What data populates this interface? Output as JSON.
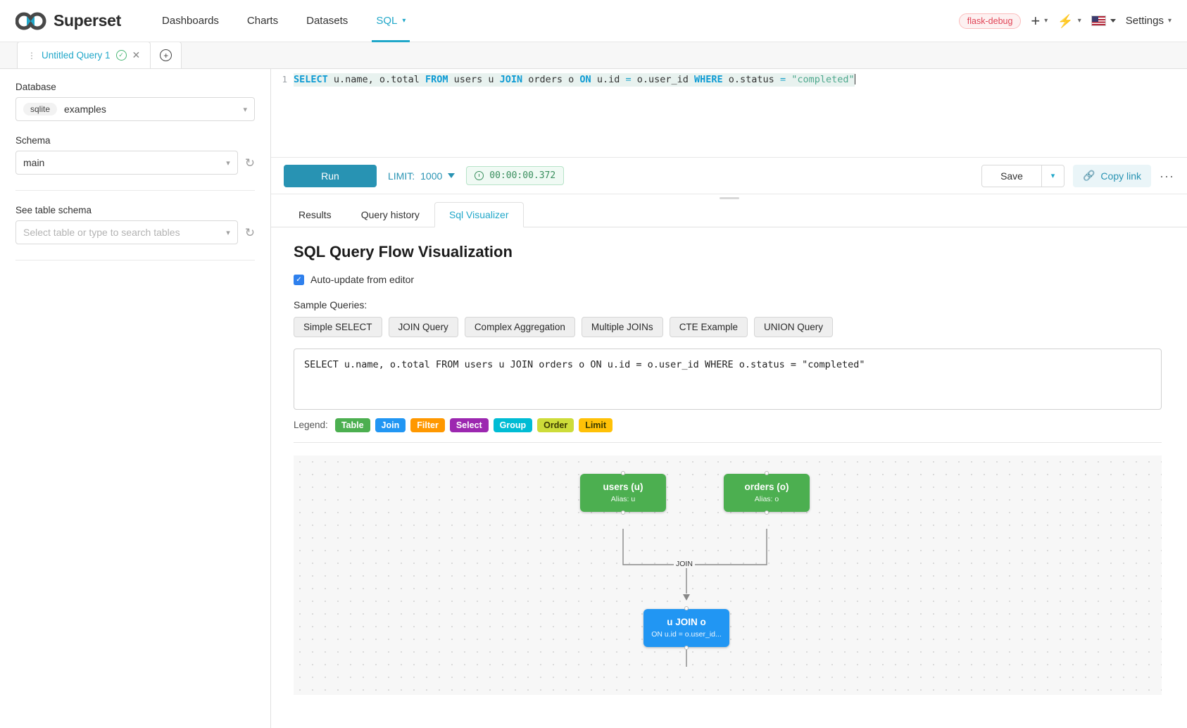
{
  "navbar": {
    "brand": "Superset",
    "items": [
      {
        "label": "Dashboards",
        "active": false
      },
      {
        "label": "Charts",
        "active": false
      },
      {
        "label": "Datasets",
        "active": false
      },
      {
        "label": "SQL",
        "active": true
      }
    ],
    "debug_badge": "flask-debug",
    "settings_label": "Settings",
    "accent_color": "#20a7c9"
  },
  "query_tabs": {
    "tab_title": "Untitled Query 1",
    "add_tab_label": "+"
  },
  "left_panel": {
    "database_label": "Database",
    "database_chip": "sqlite",
    "database_value": "examples",
    "schema_label": "Schema",
    "schema_value": "main",
    "table_label": "See table schema",
    "table_placeholder": "Select table or type to search tables"
  },
  "editor": {
    "line_number": "1",
    "sql": "SELECT u.name, o.total FROM users u JOIN orders o ON u.id = o.user_id WHERE o.status = \"completed\"",
    "tokens": [
      {
        "t": "SELECT",
        "c": "k"
      },
      {
        "t": " u.name, o.total ",
        "c": ""
      },
      {
        "t": "FROM",
        "c": "k"
      },
      {
        "t": " users u ",
        "c": ""
      },
      {
        "t": "JOIN",
        "c": "k"
      },
      {
        "t": " orders o ",
        "c": ""
      },
      {
        "t": "ON",
        "c": "k"
      },
      {
        "t": " u.id ",
        "c": ""
      },
      {
        "t": "=",
        "c": "op"
      },
      {
        "t": " o.user_id ",
        "c": ""
      },
      {
        "t": "WHERE",
        "c": "k"
      },
      {
        "t": " o.status ",
        "c": ""
      },
      {
        "t": "=",
        "c": "op"
      },
      {
        "t": " ",
        "c": ""
      },
      {
        "t": "\"completed\"",
        "c": "str"
      }
    ]
  },
  "toolbar": {
    "run_label": "Run",
    "limit_label": "LIMIT:",
    "limit_value": "1000",
    "timer": "00:00:00.372",
    "save_label": "Save",
    "copy_link_label": "Copy link",
    "more_label": "···"
  },
  "result_tabs": [
    {
      "label": "Results",
      "active": false
    },
    {
      "label": "Query history",
      "active": false
    },
    {
      "label": "Sql Visualizer",
      "active": true
    }
  ],
  "visualizer": {
    "title": "SQL Query Flow Visualization",
    "auto_update_label": "Auto-update from editor",
    "auto_update_checked": true,
    "sample_label": "Sample Queries:",
    "sample_buttons": [
      "Simple SELECT",
      "JOIN Query",
      "Complex Aggregation",
      "Multiple JOINs",
      "CTE Example",
      "UNION Query"
    ],
    "sql_value": "SELECT u.name, o.total FROM users u JOIN orders o ON u.id = o.user_id WHERE o.status = \"completed\"",
    "legend_label": "Legend:",
    "legend": [
      {
        "label": "Table",
        "color": "#4caf50",
        "dark": false
      },
      {
        "label": "Join",
        "color": "#2196f3",
        "dark": false
      },
      {
        "label": "Filter",
        "color": "#ff9800",
        "dark": false
      },
      {
        "label": "Select",
        "color": "#9c27b0",
        "dark": false
      },
      {
        "label": "Group",
        "color": "#00bcd4",
        "dark": false
      },
      {
        "label": "Order",
        "color": "#cddc39",
        "dark": true
      },
      {
        "label": "Limit",
        "color": "#ffc107",
        "dark": true
      }
    ],
    "graph": {
      "nodes": [
        {
          "id": "users",
          "title": "users (u)",
          "subtitle": "Alias: u",
          "kind": "table"
        },
        {
          "id": "orders",
          "title": "orders (o)",
          "subtitle": "Alias: o",
          "kind": "table"
        },
        {
          "id": "join",
          "title": "u JOIN o",
          "subtitle": "ON u.id = o.user_id...",
          "kind": "join"
        }
      ],
      "edge_label": "JOIN"
    }
  }
}
